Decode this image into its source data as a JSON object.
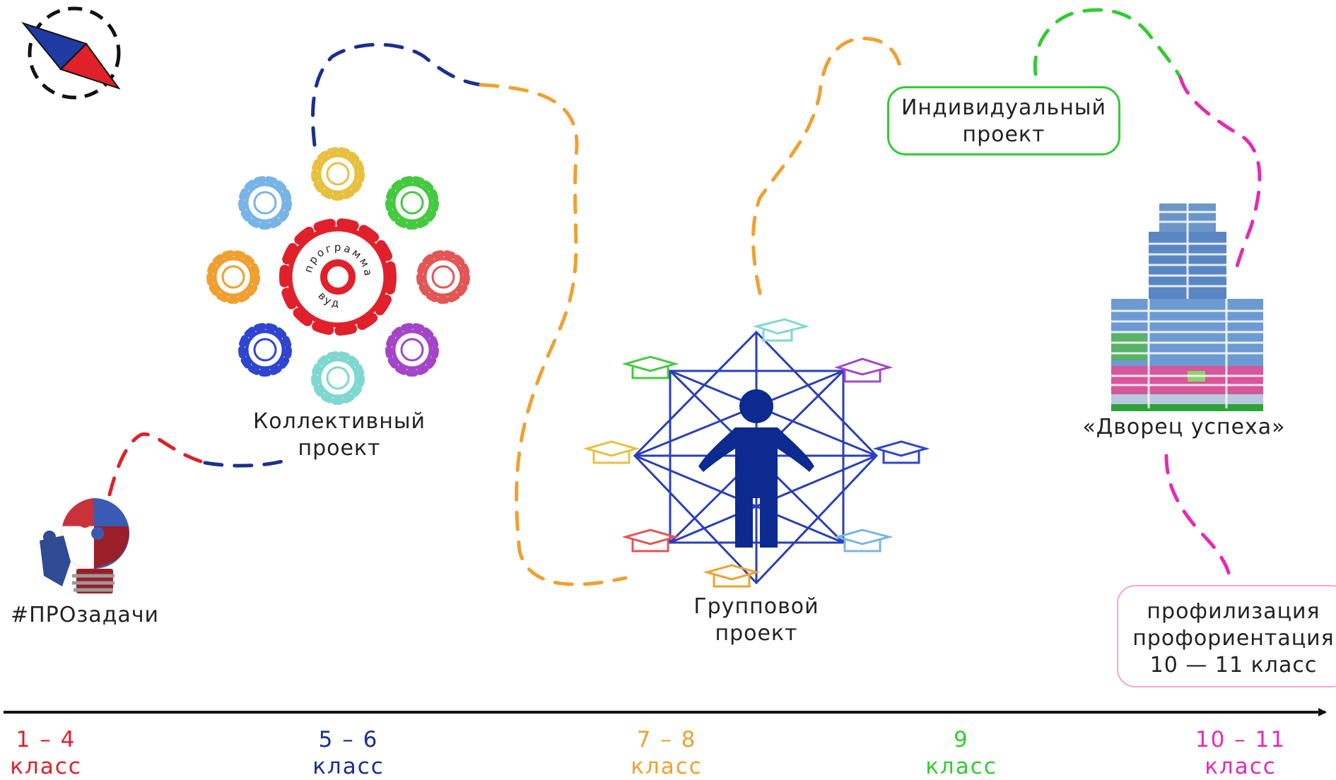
{
  "stages": {
    "tasks_label": "#ПРОзадачи",
    "collective": {
      "line1": "Коллективный",
      "line2": "проект"
    },
    "gear_center": {
      "top_text": "программа",
      "bottom_text": "вуд"
    },
    "group": {
      "line1": "Групповой",
      "line2": "проект"
    },
    "individual": {
      "line1": "Индивидуальный",
      "line2": "проект"
    },
    "palace_label": "«Дворец успеха»",
    "profile": {
      "line1": "профилизация",
      "line2": "профориентация",
      "line3": "10 — 11 класс"
    }
  },
  "timeline": [
    {
      "range": "1 – 4",
      "unit": "класс",
      "color": "#e0202a"
    },
    {
      "range": "5 – 6",
      "unit": "класс",
      "color": "#1a2f8f"
    },
    {
      "range": "7 – 8",
      "unit": "класс",
      "color": "#f0a030"
    },
    {
      "range": "9",
      "unit": "класс",
      "color": "#33cc33"
    },
    {
      "range": "10 – 11",
      "unit": "класс",
      "color": "#e62ab4"
    }
  ],
  "colors": {
    "red": "#e0202a",
    "blue": "#1a2f8f",
    "orange": "#f0a030",
    "green": "#33cc33",
    "magenta": "#e62ab4",
    "person": "#0c2a8f"
  },
  "icons": [
    "compass-logo-icon",
    "puzzle-lightbulb-icon",
    "gear-cluster-icon",
    "graduate-network-icon",
    "skyscraper-icon"
  ]
}
